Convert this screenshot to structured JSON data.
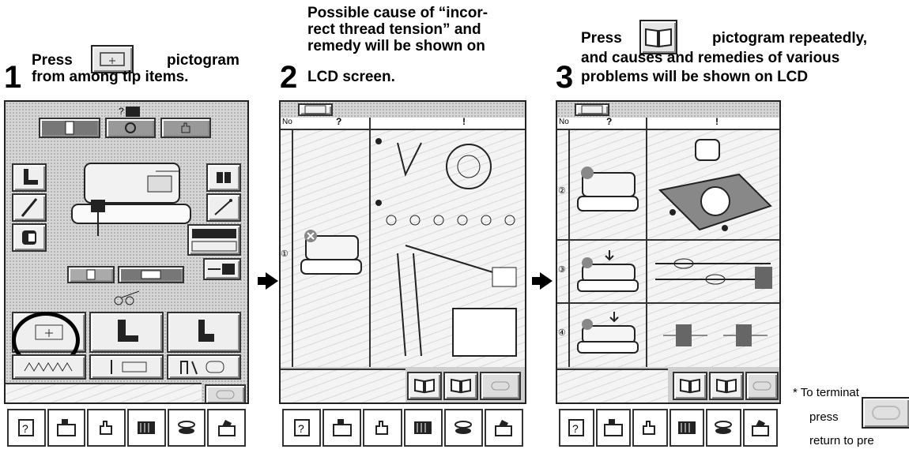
{
  "steps": [
    {
      "number": "1",
      "line1_a": "Press",
      "line1_b": "pictogram",
      "line2": "from among tip items."
    },
    {
      "number": "2",
      "line1": "Possible cause of “incor-",
      "line2": "rect thread tension” and",
      "line3": "remedy will be shown on",
      "line4": "LCD screen."
    },
    {
      "number": "3",
      "line1_a": "Press",
      "line1_b": "pictogram repeatedly,",
      "line2": "and causes and remedies of various",
      "line3": "problems will be shown on LCD"
    }
  ],
  "screen2": {
    "col_no": "No",
    "col_cause": "?",
    "col_remedy": "!",
    "row_marker": "①"
  },
  "screen3": {
    "col_no": "No",
    "col_cause": "?",
    "col_remedy": "!",
    "rows": [
      "②",
      "③",
      "④"
    ]
  },
  "screen1": {
    "top_icon_label": "?"
  },
  "note": {
    "line1": "* To terminat",
    "line2": "press",
    "line3": "return to pre"
  },
  "icons": [
    "question-book-icon",
    "thread-spool-box-icon",
    "hand-icon",
    "thread-guide-icon",
    "bobbin-icon",
    "machine-box-icon"
  ]
}
